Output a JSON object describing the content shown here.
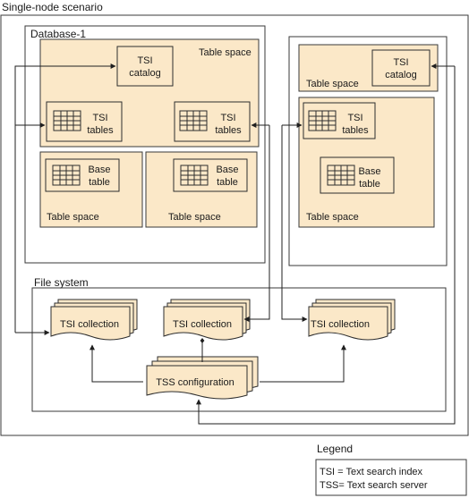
{
  "scenario_title": "Single-node scenario",
  "database": {
    "title": "Database-1",
    "top_tablespace_label": "Table space",
    "tsi_catalog": [
      "TSI",
      "catalog"
    ],
    "tsi_tables_left": [
      "TSI",
      "tables"
    ],
    "tsi_tables_right": [
      "TSI",
      "tables"
    ],
    "base_ts_left": {
      "table": [
        "Base",
        "table"
      ],
      "label": "Table space"
    },
    "base_ts_right": {
      "table": [
        "Base",
        "table"
      ],
      "label": "Table space"
    }
  },
  "database2": {
    "top_tablespace_label": "Table space",
    "tsi_catalog": [
      "TSI",
      "catalog"
    ],
    "tsi_tables": [
      "TSI",
      "tables"
    ],
    "base_table": [
      "Base",
      "table"
    ],
    "bottom_tablespace_label": "Table space"
  },
  "file_system": {
    "title": "File system",
    "tsi_collection_left": "TSI collection",
    "tsi_collection_mid": "TSI collection",
    "tsi_collection_right": "TSI collection",
    "tss_configuration": "TSS configuration"
  },
  "legend": {
    "title": "Legend",
    "lines": [
      "TSI = Text search index",
      "TSS= Text search server"
    ]
  }
}
